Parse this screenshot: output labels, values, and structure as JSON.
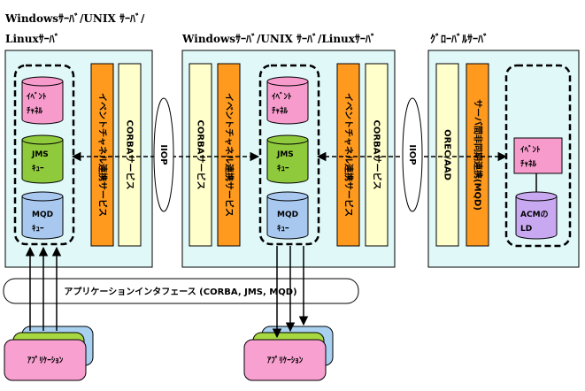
{
  "servers": {
    "left_title_line1": "Windowsｻｰﾊﾞ/UNIX ｻｰﾊﾞ/",
    "left_title_line2": "Linuxｻｰﾊﾞ",
    "middle_title": "Windowsｻｰﾊﾞ/UNIX ｻｰﾊﾞ/Linuxｻｰﾊﾞ",
    "right_title": "ｸﾞﾛｰﾊﾞﾙｻｰﾊﾞ"
  },
  "left": {
    "event_line1": "ｲﾍﾞﾝﾄ",
    "event_line2": "ﾁｬﾈﾙ",
    "jms_line1": "JMS",
    "jms_line2": "ｷｭｰ",
    "mqd_line1": "MQD",
    "mqd_line2": "ｷｭｰ",
    "event_channel_service": "イベントチャネル連携サービス",
    "corba_service": "CORBAサービス"
  },
  "middle": {
    "corba_service": "CORBAサービス",
    "event_channel_service": "イベントチャネル連携サービス",
    "event_line1": "ｲﾍﾞﾝﾄ",
    "event_line2": "ﾁｬﾈﾙ",
    "jms_line1": "JMS",
    "jms_line2": "ｷｭｰ",
    "mqd_line1": "MQD",
    "mqd_line2": "ｷｭｰ",
    "event_channel_service_2": "イベントチャネル連携サービス",
    "corba_service_2": "CORBAサービス"
  },
  "right": {
    "ots_aad": "OREC/AAD",
    "async_service": "サーバ間非同期連携(MQD)",
    "event_line1": "ｲﾍﾞﾝﾄ",
    "event_line2": "ﾁｬﾈﾙ",
    "acm_line1": "ACMの",
    "acm_line2": "LD"
  },
  "iiop_left": "IIOP",
  "iiop_right": "IIOP",
  "api_bar": "アプリケーションインタフェース (CORBA, JMS, MQD)",
  "app_left": "ｱﾌﾟﾘｹｰｼｮﾝ",
  "app_right": "ｱﾌﾟﾘｹｰｼｮﾝ",
  "colors": {
    "server_bg": "#e0f8f8",
    "event_channel_pink": "#f79bcd",
    "jms_green": "#8fca3c",
    "mqd_blue": "#a8c8f0",
    "acm_purple": "#c8a8f0",
    "service_orange": "#ff9a1f",
    "corba_yellow": "#ffffcc",
    "app_blue": "#a8d0f0",
    "app_green": "#a8d840",
    "app_pink": "#f8a0d0"
  }
}
